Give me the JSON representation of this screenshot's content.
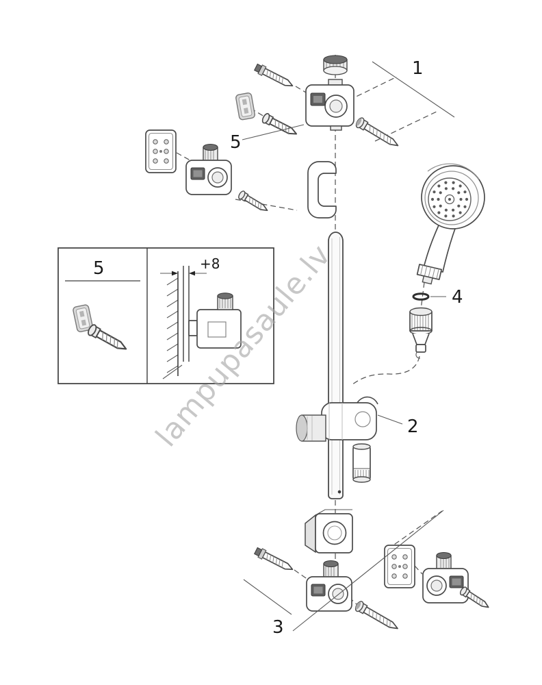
{
  "diagram": {
    "callouts": {
      "c1": "1",
      "c2": "2",
      "c3": "3",
      "c4": "4",
      "c5": "5"
    },
    "inset": {
      "label": "5",
      "dimension": "+8"
    },
    "watermark": "lampupasaule.lv",
    "colors": {
      "line": "#4a4a4a",
      "dark_metal": "#6f6f6f",
      "light_metal": "#ececec",
      "watermark": "#a6a6a6",
      "background": "#ffffff"
    }
  }
}
